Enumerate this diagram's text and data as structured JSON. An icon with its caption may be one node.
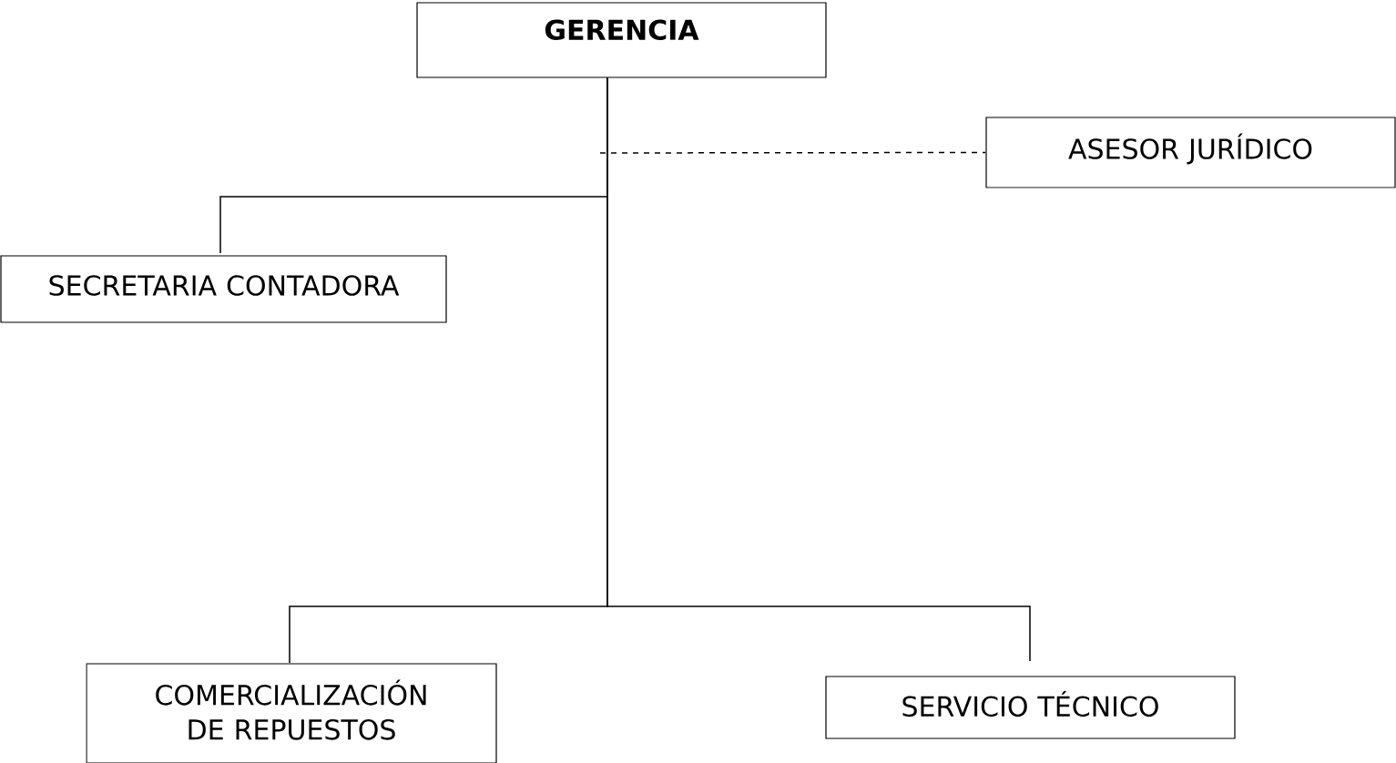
{
  "diagram": {
    "nodes": [
      {
        "text": [
          "GERENCIA"
        ]
      },
      {
        "text": [
          "ASESOR JURÍDICO"
        ]
      },
      {
        "text": [
          "SECRETARIA CONTADORA"
        ]
      },
      {
        "text": [
          "COMERCIALIZACIÓN DE REPUESTOS"
        ]
      },
      {
        "text": [
          "SERVICIO TÉCNICO"
        ]
      }
    ],
    "edges": [
      {
        "from": 0,
        "to": 1,
        "arrow": "none",
        "style": "dashed"
      },
      {
        "from": 0,
        "to": 2,
        "arrow": "none"
      },
      {
        "from": 0,
        "to": 3,
        "arrow": "none"
      },
      {
        "from": 0,
        "to": 4,
        "arrow": "none"
      }
    ]
  }
}
